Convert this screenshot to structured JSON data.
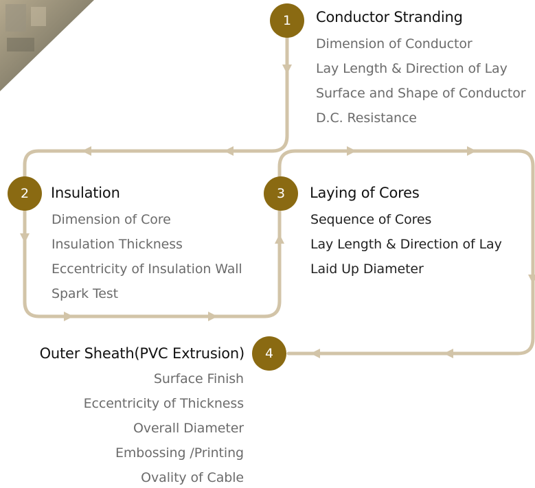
{
  "colors": {
    "badge": "#8a6a12",
    "line": "#d2c4a8",
    "text_dark": "#111111",
    "text_muted": "#6b6b6b",
    "text_mid": "#222222"
  },
  "steps": [
    {
      "number": "1",
      "title": "Conductor Stranding",
      "items": [
        "Dimension of Conductor",
        "Lay Length & Direction of Lay",
        "Surface and Shape of Conductor",
        "D.C. Resistance"
      ]
    },
    {
      "number": "2",
      "title": "Insulation",
      "items": [
        "Dimension of Core",
        "Insulation Thickness",
        "Eccentricity of Insulation Wall",
        "Spark Test"
      ]
    },
    {
      "number": "3",
      "title": "Laying of Cores",
      "items": [
        "Sequence of Cores",
        "Lay Length & Direction of Lay",
        "Laid Up Diameter"
      ]
    },
    {
      "number": "4",
      "title": "Outer Sheath(PVC Extrusion)",
      "items": [
        "Surface Finish",
        "Eccentricity of Thickness",
        "Overall Diameter",
        "Embossing /Printing",
        "Ovality of Cable"
      ]
    }
  ]
}
